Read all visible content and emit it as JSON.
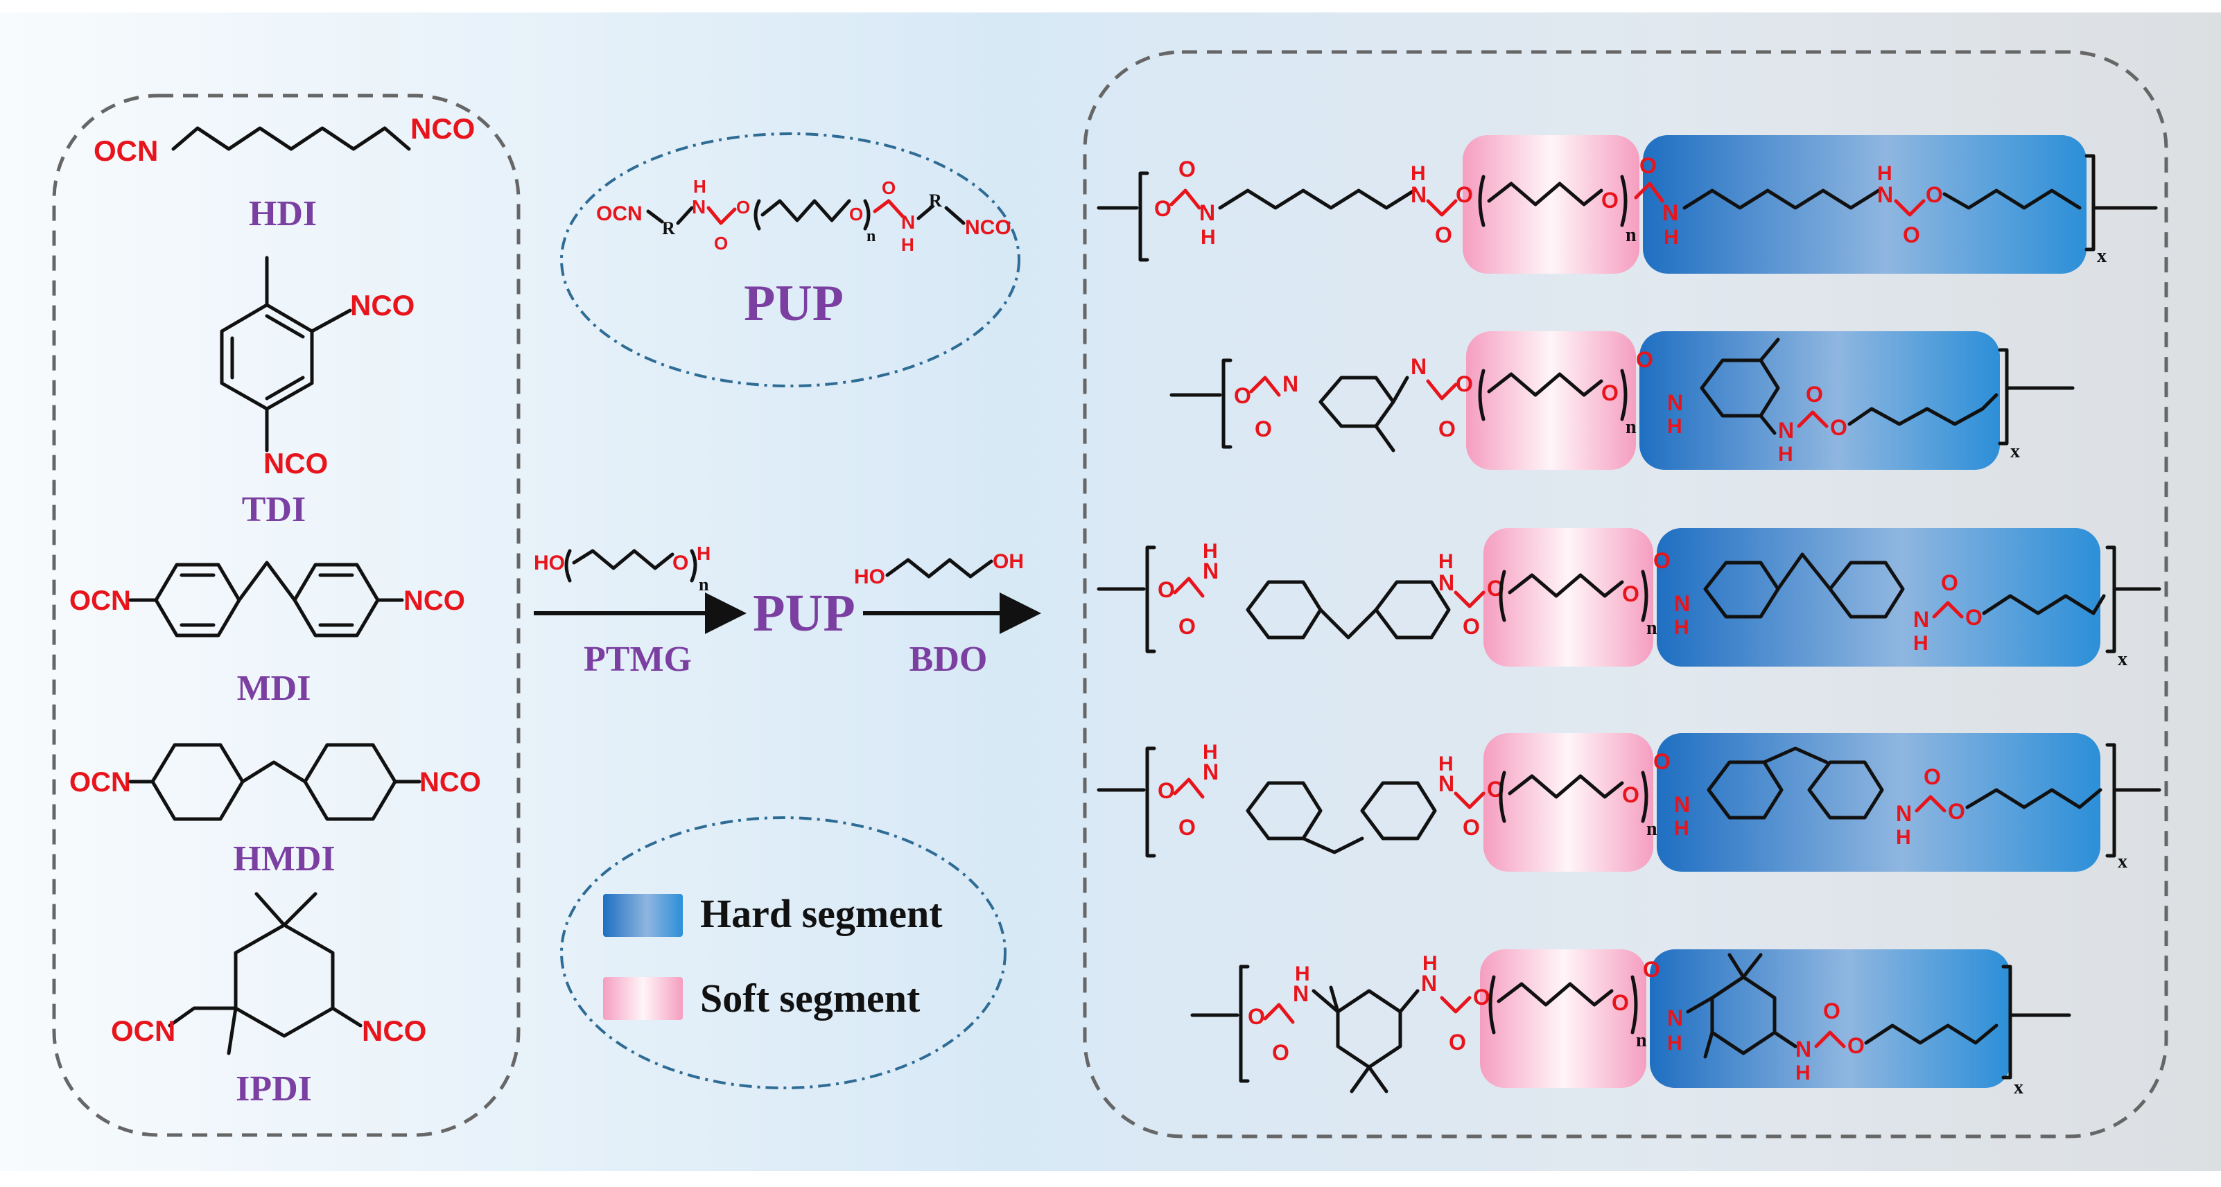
{
  "left_panel": {
    "monomers": [
      {
        "name": "HDI",
        "left_group": "OCN",
        "right_group": "NCO"
      },
      {
        "name": "TDI",
        "group_a": "NCO",
        "group_b": "NCO"
      },
      {
        "name": "MDI",
        "left_group": "OCN",
        "right_group": "NCO"
      },
      {
        "name": "HMDI",
        "left_group": "OCN",
        "right_group": "NCO"
      },
      {
        "name": "IPDI",
        "left_group": "OCN",
        "right_group": "NCO"
      }
    ]
  },
  "middle_panel": {
    "pup_bubble": {
      "title": "PUP",
      "left_group": "OCN",
      "r_label": "R",
      "n_label": "n",
      "h_label": "H",
      "o_label": "O",
      "n_atom": "N",
      "right_group": "NCO"
    },
    "reaction": {
      "reagent1_name": "PTMG",
      "reagent1_ho": "HO",
      "reagent1_h": "H",
      "reagent1_o": "O",
      "reagent1_n": "n",
      "intermediate": "PUP",
      "reagent2_name": "BDO",
      "reagent2_ho": "HO",
      "reagent2_oh": "OH"
    },
    "legend": {
      "hard_label": "Hard segment",
      "soft_label": "Soft segment",
      "hard_color": "#3f8fd6",
      "soft_color": "#f7b8cf"
    }
  },
  "right_panel": {
    "polymers": [
      {
        "diisocyanate": "HDI",
        "repeat_subscript": "x",
        "n_label": "n"
      },
      {
        "diisocyanate": "TDI",
        "repeat_subscript": "x",
        "n_label": "n"
      },
      {
        "diisocyanate": "MDI",
        "repeat_subscript": "x",
        "n_label": "n"
      },
      {
        "diisocyanate": "HMDI",
        "repeat_subscript": "x",
        "n_label": "n"
      },
      {
        "diisocyanate": "IPDI",
        "repeat_subscript": "x",
        "n_label": "n"
      }
    ],
    "atom_labels": {
      "o": "O",
      "n": "N",
      "h": "H"
    }
  },
  "colors": {
    "accent_purple": "#7a3fa0",
    "isocyanate_red": "#e8141b",
    "background_left": "#f6fafd",
    "background_mid": "#d6e8f5",
    "background_right": "#e0e3e6"
  }
}
